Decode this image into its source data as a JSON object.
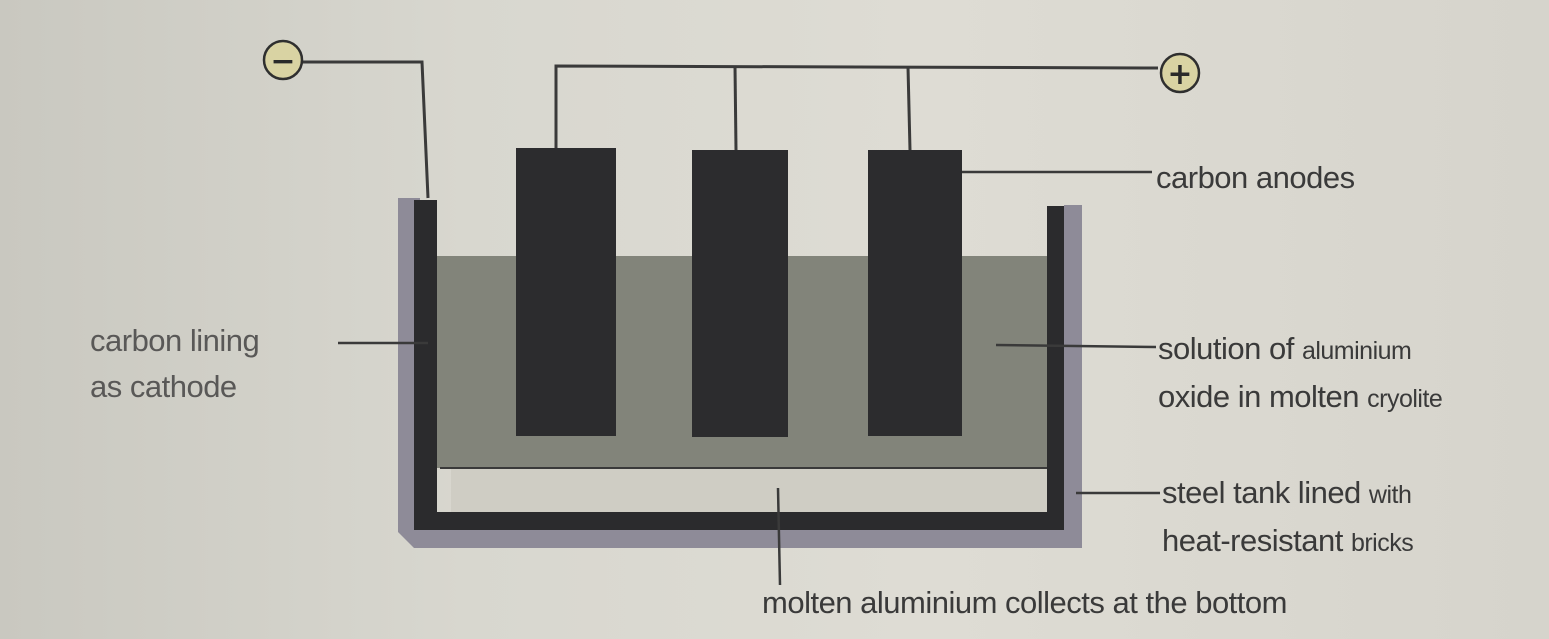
{
  "diagram": {
    "terminals": {
      "negative_symbol": "−",
      "positive_symbol": "+"
    },
    "labels": {
      "carbon_lining_line1": "carbon lining",
      "carbon_lining_line2": "as cathode",
      "carbon_anodes": "carbon anodes",
      "solution_line1_main": "solution of ",
      "solution_line1_small": "aluminium",
      "solution_line2_main": "oxide in molten ",
      "solution_line2_small": "cryolite",
      "steel_tank_line1_main": "steel tank lined ",
      "steel_tank_line1_small": "with",
      "steel_tank_line2_main": "heat-resistant ",
      "steel_tank_line2_small": "bricks",
      "molten_aluminium": "molten aluminium collects at the bottom"
    },
    "colors": {
      "background": "#d8d7cf",
      "steel_tank": "#8e8b98",
      "carbon_lining": "#2b2b2d",
      "electrolyte": "#82847a",
      "molten_aluminium": "#cfcdc4",
      "anode": "#2c2c2e",
      "terminal_fill": "#d9d3a3",
      "wire": "#3a3a3a"
    }
  }
}
